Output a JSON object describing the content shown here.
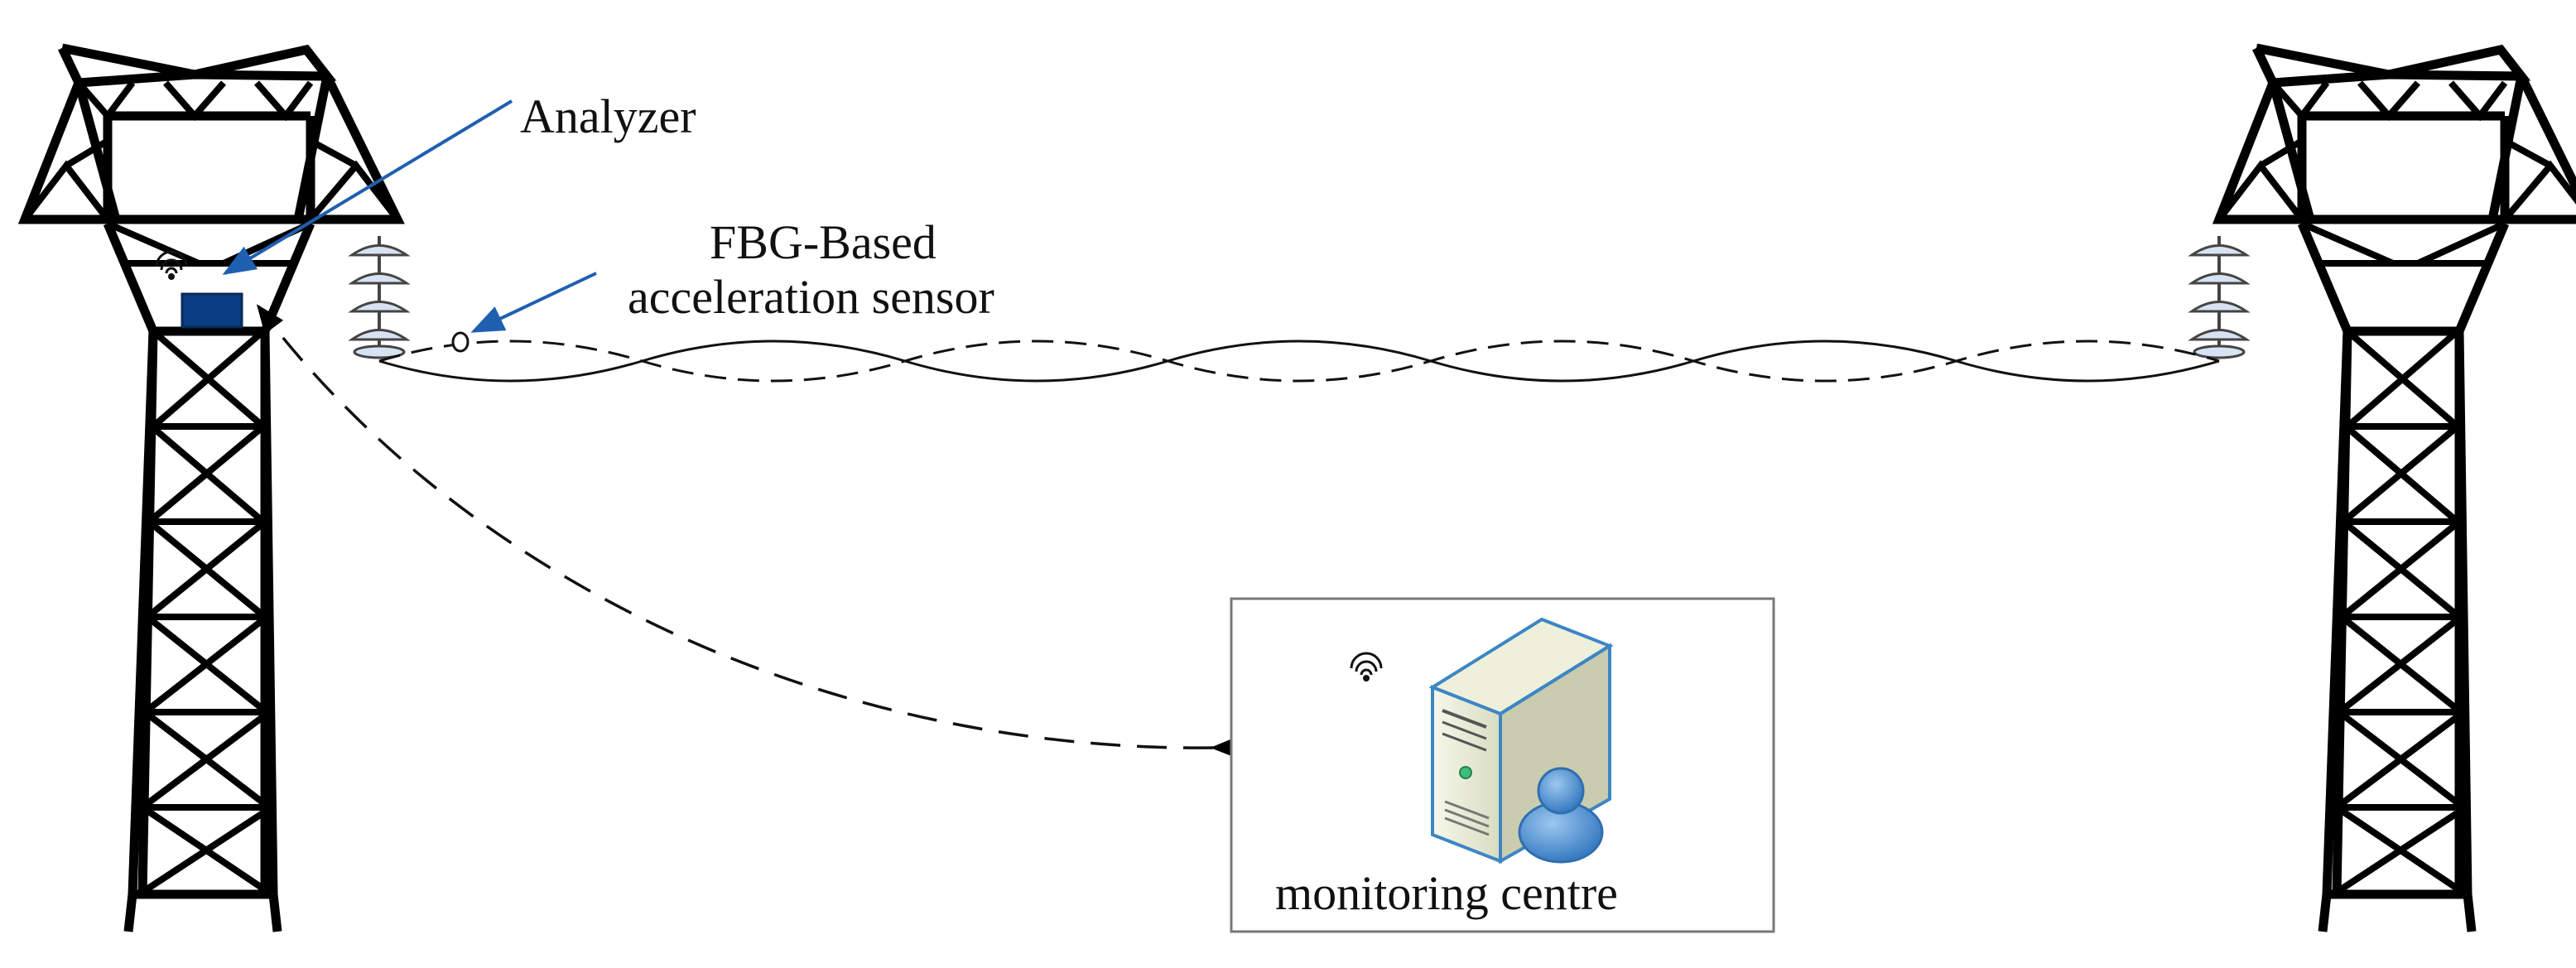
{
  "labels": {
    "analyzer": "Analyzer",
    "sensor_line1": "FBG-Based",
    "sensor_line2": "acceleration sensor",
    "monitoring_centre": "monitoring centre"
  },
  "colors": {
    "annotation_arrow": "#1f5fb0",
    "analyzer_box": "#0b3d82",
    "insulator": "#d7e3f2",
    "server_body": "#ecefd9",
    "server_edge": "#3d86c4",
    "user_icon": "#4a8fd3"
  },
  "icons": [
    "transmission-tower-left",
    "transmission-tower-right",
    "insulator-left",
    "insulator-right",
    "analyzer-box",
    "wireless-signal-icon",
    "server-icon",
    "user-icon"
  ]
}
